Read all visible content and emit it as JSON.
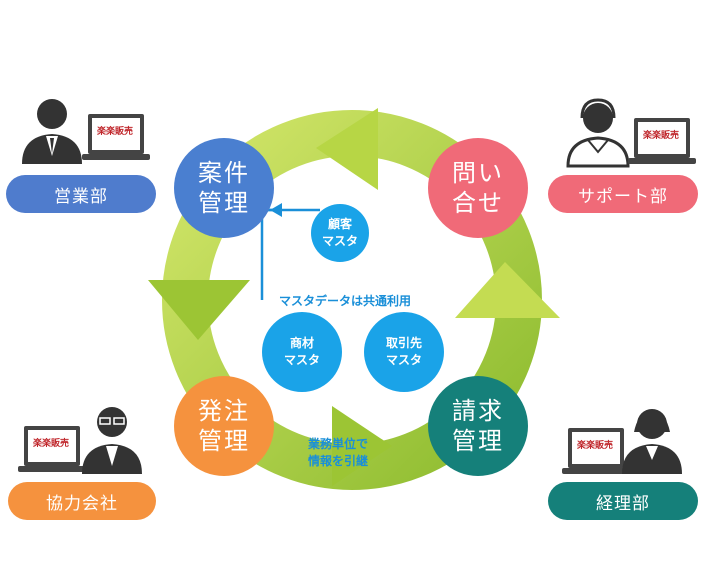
{
  "nodes": {
    "anken": {
      "line1": "案件",
      "line2": "管理",
      "color": "#4a7fd0"
    },
    "toiawase": {
      "line1": "問い",
      "line2": "合せ",
      "color": "#f06a78"
    },
    "hacchu": {
      "line1": "発注",
      "line2": "管理",
      "color": "#f5923e"
    },
    "seikyu": {
      "line1": "請求",
      "line2": "管理",
      "color": "#15807a"
    }
  },
  "masters": {
    "kokyaku": {
      "line1": "顧客",
      "line2": "マスタ"
    },
    "shozai": {
      "line1": "商材",
      "line2": "マスタ"
    },
    "torihikisaki": {
      "line1": "取引先",
      "line2": "マスタ"
    }
  },
  "notes": {
    "shared": "マスタデータは共通利用",
    "transfer_line1": "業務単位で",
    "transfer_line2": "情報を引継"
  },
  "departments": {
    "eigyo": {
      "label": "営業部",
      "color": "#4f7ccd"
    },
    "support": {
      "label": "サポート部",
      "color": "#f06a78"
    },
    "kyoryoku": {
      "label": "協力会社",
      "color": "#f5923e"
    },
    "keiri": {
      "label": "経理部",
      "color": "#15807a"
    }
  },
  "product_label": "楽楽販売",
  "colors": {
    "arrow_light": "#c4dc52",
    "arrow_dark": "#8cbb2e",
    "connector": "#1a8fd8",
    "person": "#333333"
  }
}
